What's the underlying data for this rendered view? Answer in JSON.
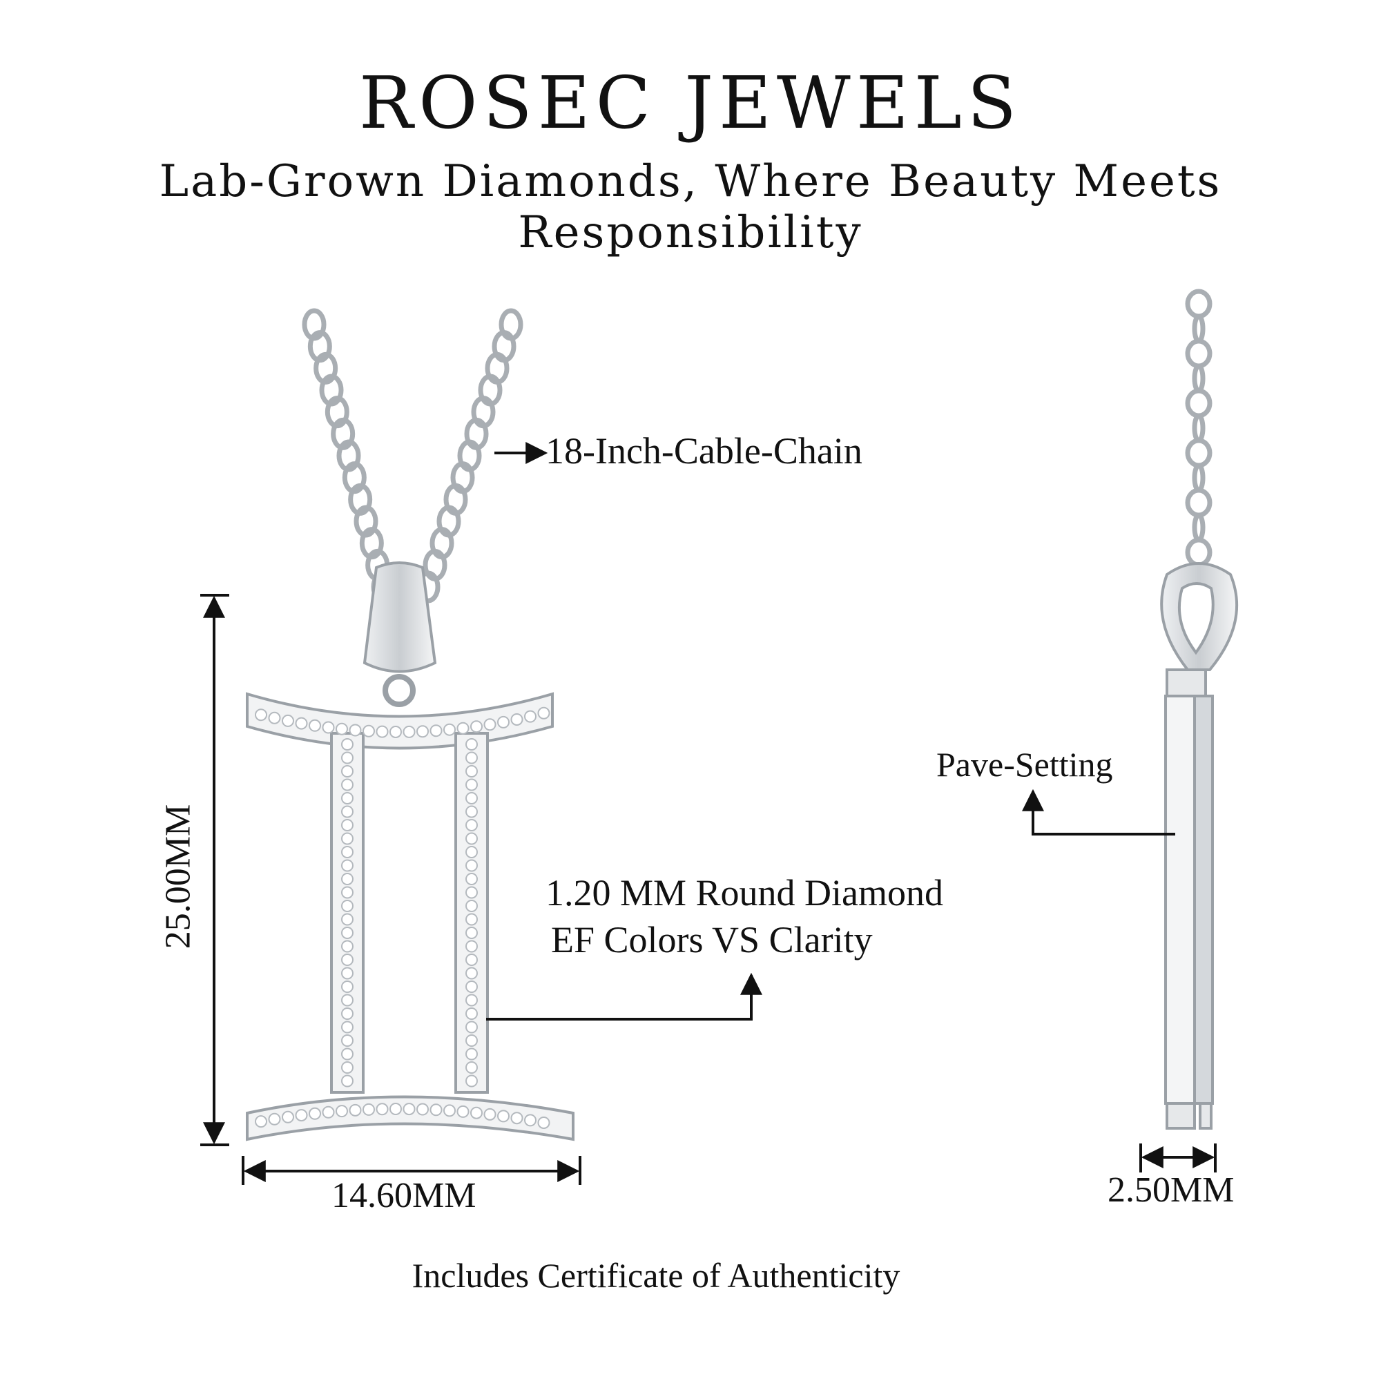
{
  "brand": {
    "name": "ROSEC JEWELS",
    "tagline": "Lab-Grown Diamonds, Where Beauty Meets Responsibility"
  },
  "annotations": {
    "chain": "18-Inch-Cable-Chain",
    "stone_line1": "1.20 MM Round Diamond",
    "stone_line2": "EF Colors VS Clarity",
    "setting": "Pave-Setting",
    "height": "25.00MM",
    "width": "14.60MM",
    "depth": "2.50MM"
  },
  "footer": {
    "certificate": "Includes Certificate of Authenticity"
  },
  "colors": {
    "metal": "#d9dcdf",
    "metal_dark": "#9aa0a6",
    "ink": "#111111"
  }
}
